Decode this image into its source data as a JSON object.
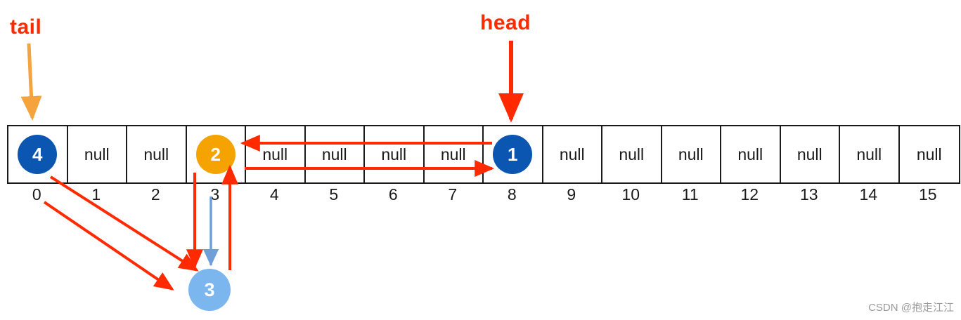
{
  "labels": {
    "tail": "tail",
    "head": "head"
  },
  "array": {
    "cells": [
      {
        "index": "0",
        "value": "4",
        "kind": "node",
        "color": "#0a56b0"
      },
      {
        "index": "1",
        "value": "null",
        "kind": "empty",
        "color": ""
      },
      {
        "index": "2",
        "value": "null",
        "kind": "empty",
        "color": ""
      },
      {
        "index": "3",
        "value": "2",
        "kind": "node",
        "color": "#f5a300"
      },
      {
        "index": "4",
        "value": "null",
        "kind": "empty",
        "color": ""
      },
      {
        "index": "5",
        "value": "null",
        "kind": "empty",
        "color": ""
      },
      {
        "index": "6",
        "value": "null",
        "kind": "empty",
        "color": ""
      },
      {
        "index": "7",
        "value": "null",
        "kind": "empty",
        "color": ""
      },
      {
        "index": "8",
        "value": "1",
        "kind": "node",
        "color": "#0a56b0"
      },
      {
        "index": "9",
        "value": "null",
        "kind": "empty",
        "color": ""
      },
      {
        "index": "10",
        "value": "null",
        "kind": "empty",
        "color": ""
      },
      {
        "index": "11",
        "value": "null",
        "kind": "empty",
        "color": ""
      },
      {
        "index": "12",
        "value": "null",
        "kind": "empty",
        "color": ""
      },
      {
        "index": "13",
        "value": "null",
        "kind": "empty",
        "color": ""
      },
      {
        "index": "14",
        "value": "null",
        "kind": "empty",
        "color": ""
      },
      {
        "index": "15",
        "value": "null",
        "kind": "empty",
        "color": ""
      }
    ]
  },
  "floating_node": {
    "value": "3",
    "color": "#7cb6ef"
  },
  "colors": {
    "arrow_red": "#ff2a00",
    "arrow_orange": "#f5a33c",
    "arrow_blue": "#6f9fd8",
    "node_blue": "#0a56b0",
    "node_orange": "#f5a300",
    "node_lightblue": "#7cb6ef",
    "border": "#1a1a1a"
  },
  "watermark": "CSDN @抱走江江"
}
